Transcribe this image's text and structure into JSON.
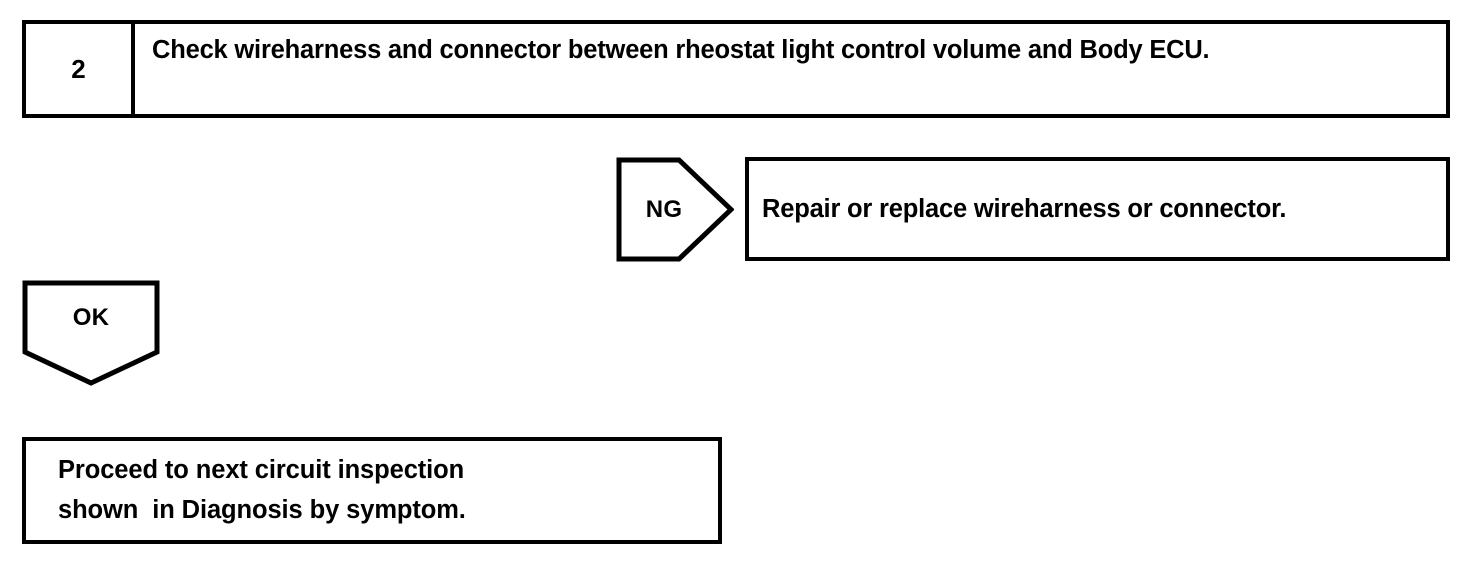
{
  "page": {
    "kind": "troubleshooting-flowchart",
    "background_color": "#ffffff",
    "line_color": "#000000"
  },
  "step": {
    "number": "2",
    "instruction": "Check wireharness and connector between rheostat light control volume and Body ECU."
  },
  "branches": {
    "ng": {
      "label": "NG",
      "result_text": "Repair or replace wireharness or connector."
    },
    "ok": {
      "label": "OK"
    }
  },
  "outcome": {
    "line1": "Proceed to next circuit inspection",
    "line2": "shown  in Diagnosis by symptom."
  }
}
